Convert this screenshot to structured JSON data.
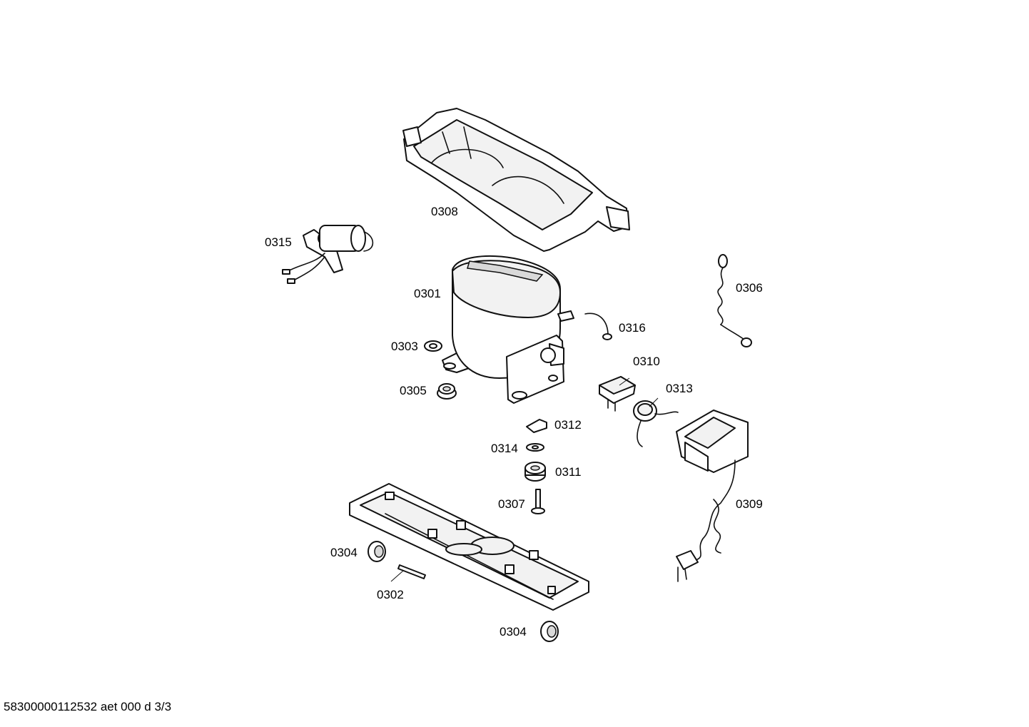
{
  "labels": {
    "l0308": "0308",
    "l0315": "0315",
    "l0301": "0301",
    "l0306": "0306",
    "l0316": "0316",
    "l0303": "0303",
    "l0310": "0310",
    "l0313": "0313",
    "l0305": "0305",
    "l0312": "0312",
    "l0314": "0314",
    "l0311": "0311",
    "l0307": "0307",
    "l0309": "0309",
    "l0304a": "0304",
    "l0302": "0302",
    "l0304b": "0304"
  },
  "footer": {
    "text": "58300000112532 aet 000 d 3/3"
  }
}
